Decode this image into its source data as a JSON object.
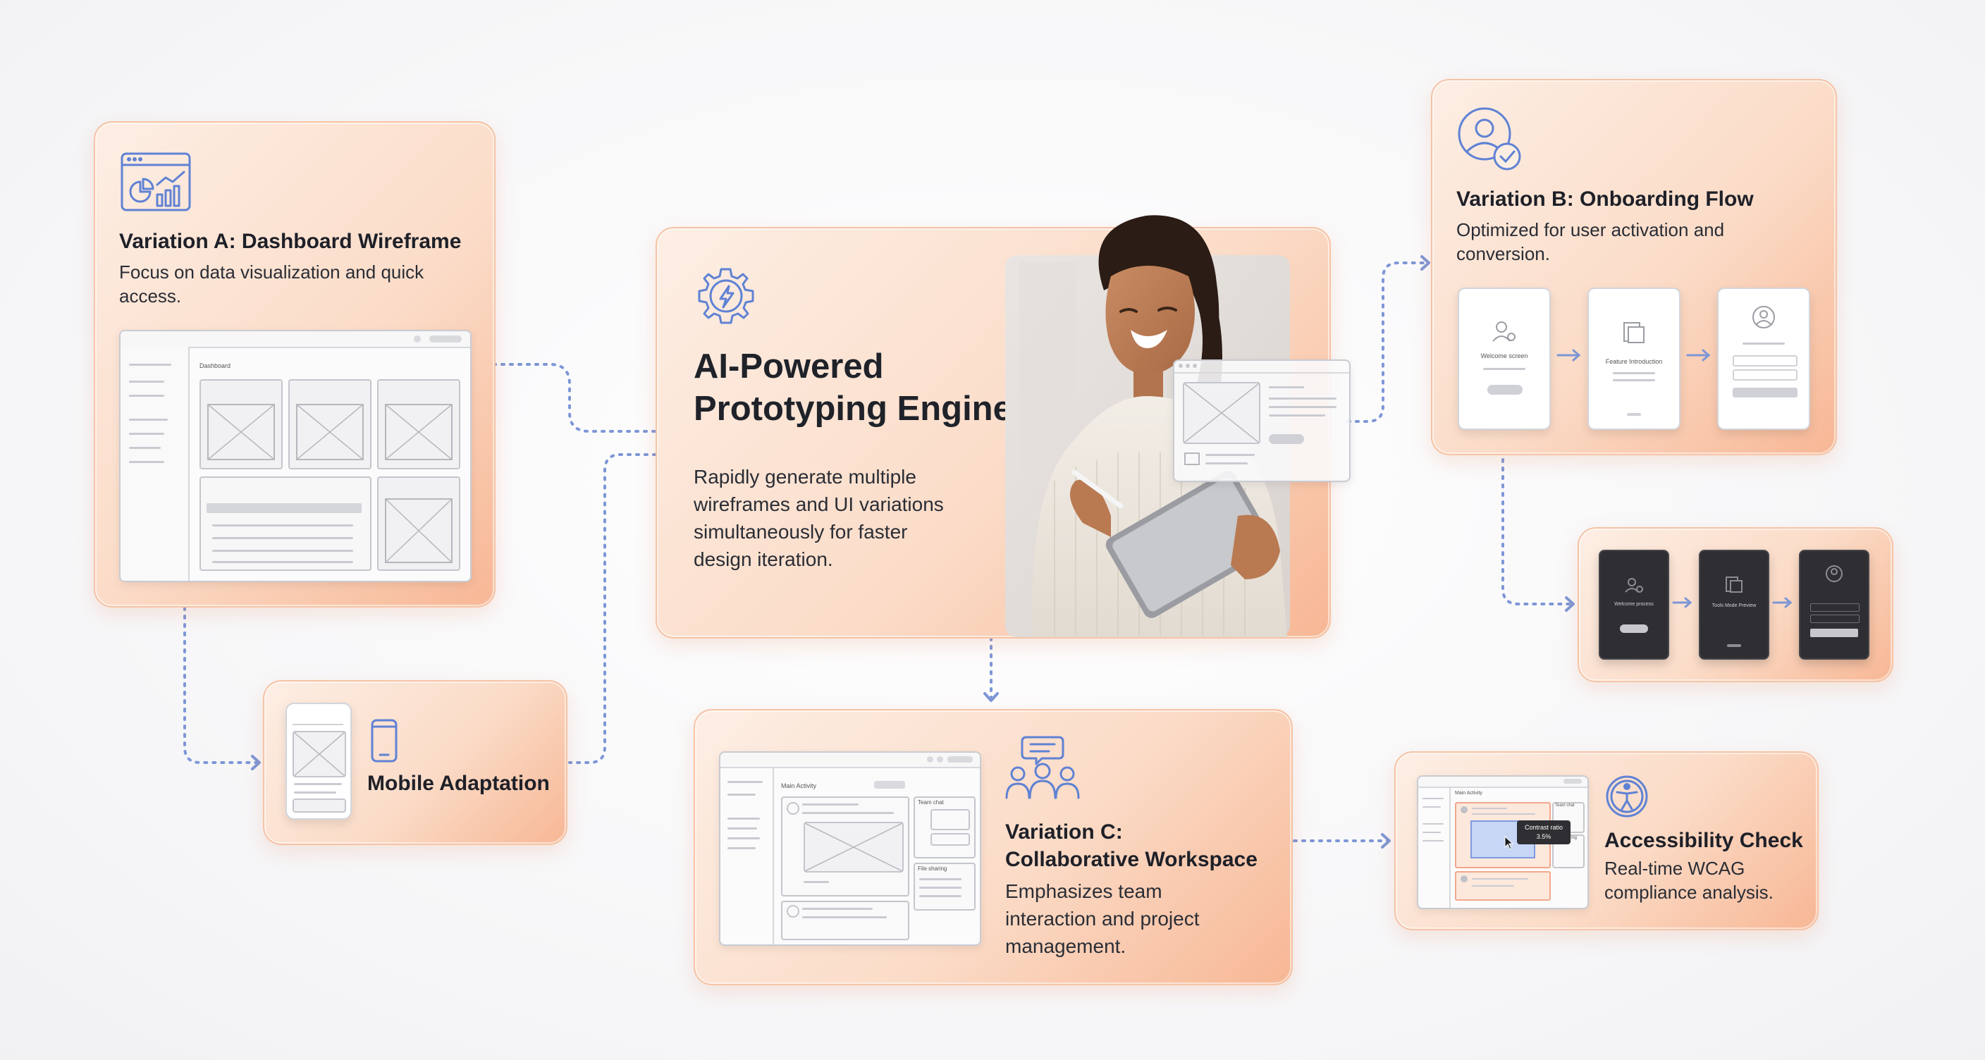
{
  "colors": {
    "accent": "#6d8ed8",
    "card_light": "#fdeee4",
    "card_dark": "#f7b795",
    "connector": "#7d96d6"
  },
  "variation_a": {
    "title": "Variation A: Dashboard Wireframe",
    "desc_line1": "Focus on data visualization and quick",
    "desc_line2": "access.",
    "icon": "dashboard-analytics-icon",
    "wire_label": "Dashboard"
  },
  "mobile": {
    "title": "Mobile Adaptation",
    "icon": "smartphone-icon"
  },
  "engine": {
    "title_line1": "AI-Powered",
    "title_line2": "Prototyping Engine",
    "desc_line1": "Rapidly generate multiple",
    "desc_line2": "wireframes and UI variations",
    "desc_line3": "simultaneously for faster",
    "desc_line4": "design iteration.",
    "icon": "gear-lightning-icon"
  },
  "variation_b": {
    "title": "Variation B: Onboarding Flow",
    "desc_line1": "Optimized for user activation and",
    "desc_line2": "conversion.",
    "icon": "user-check-icon",
    "screen1": "Welcome screen",
    "screen2": "Feature Introduction",
    "dark1": "Welcome process",
    "dark2": "Tools Mode Preview"
  },
  "variation_c": {
    "title_line1": "Variation C:",
    "title_line2": "Collaborative Workspace",
    "desc_line1": "Emphasizes team",
    "desc_line2": "interaction and project",
    "desc_line3": "management.",
    "icon": "team-chat-icon",
    "wire_label": "Main Activity",
    "chat_label": "Team chat",
    "file_label": "File sharing"
  },
  "accessibility": {
    "title": "Accessibility Check",
    "desc_line1": "Real-time WCAG",
    "desc_line2": "compliance analysis.",
    "icon": "accessibility-icon",
    "wire_label": "Main Activity",
    "tooltip_line1": "Contrast ratio",
    "tooltip_line2": "3.5%",
    "side1": "Team chat",
    "side2": "File sharing"
  }
}
